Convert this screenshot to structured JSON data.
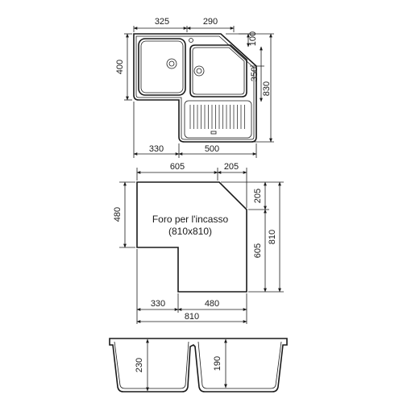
{
  "top_view": {
    "dims": {
      "d325": "325",
      "d290": "290",
      "d100": "100",
      "d400": "400",
      "d350": "350",
      "d830": "830",
      "d330": "330",
      "d500": "500"
    }
  },
  "cutout": {
    "label_line1": "Foro per l'incasso",
    "label_line2": "(810x810)",
    "dims": {
      "d605_top": "605",
      "d205_top": "205",
      "d480_left": "480",
      "d205_right": "205",
      "d605_right": "605",
      "d810_right": "810",
      "d330_bottom": "330",
      "d480_bottom": "480",
      "d810_bottom": "810"
    }
  },
  "section_view": {
    "dims": {
      "d230": "230",
      "d190": "190"
    }
  }
}
